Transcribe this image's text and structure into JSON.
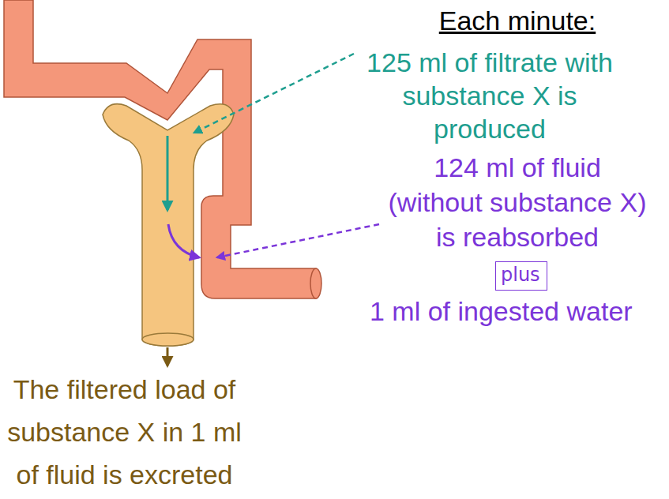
{
  "diagram": {
    "nodes": [
      {
        "text": [
          "plus"
        ]
      }
    ],
    "labels": [
      "Each minute:",
      "125 ml of filtrate with substance X is produced",
      "124 ml of fluid (without substance X) is reabsorbed",
      "1 ml of ingested water",
      "The filtered load of substance X in 1 ml of fluid is excreted"
    ]
  }
}
